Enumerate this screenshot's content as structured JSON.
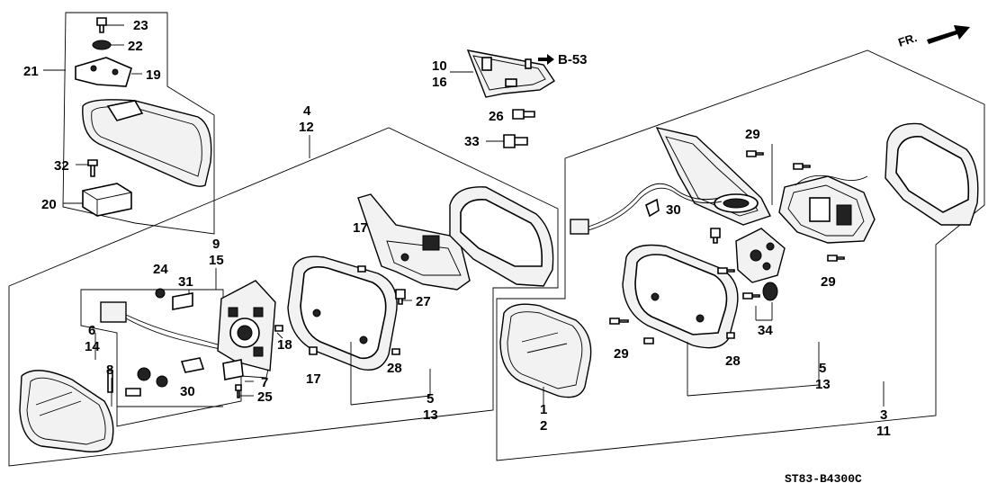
{
  "diagram": {
    "fr_label": "FR.",
    "ref_label": "B-53",
    "code": "ST83-B4300C",
    "labels": {
      "p23": "23",
      "p22": "22",
      "p21": "21",
      "p19": "19",
      "p32": "32",
      "p20": "20",
      "p4": "4",
      "p12": "12",
      "p10": "10",
      "p16": "16",
      "p26": "26",
      "p33": "33",
      "p9": "9",
      "p15": "15",
      "p24": "24",
      "p31": "31",
      "p6": "6",
      "p14": "14",
      "p8": "8",
      "p30a": "30",
      "p7": "7",
      "p25": "25",
      "p18": "18",
      "p17a": "17",
      "p17b": "17",
      "p27": "27",
      "p28a": "28",
      "p5a": "5",
      "p13a": "13",
      "p1": "1",
      "p2": "2",
      "p29a": "29",
      "p30b": "30",
      "p29b": "29",
      "p29c": "29",
      "p34": "34",
      "p28b": "28",
      "p5b": "5",
      "p13b": "13",
      "p3": "3",
      "p11": "11"
    }
  }
}
